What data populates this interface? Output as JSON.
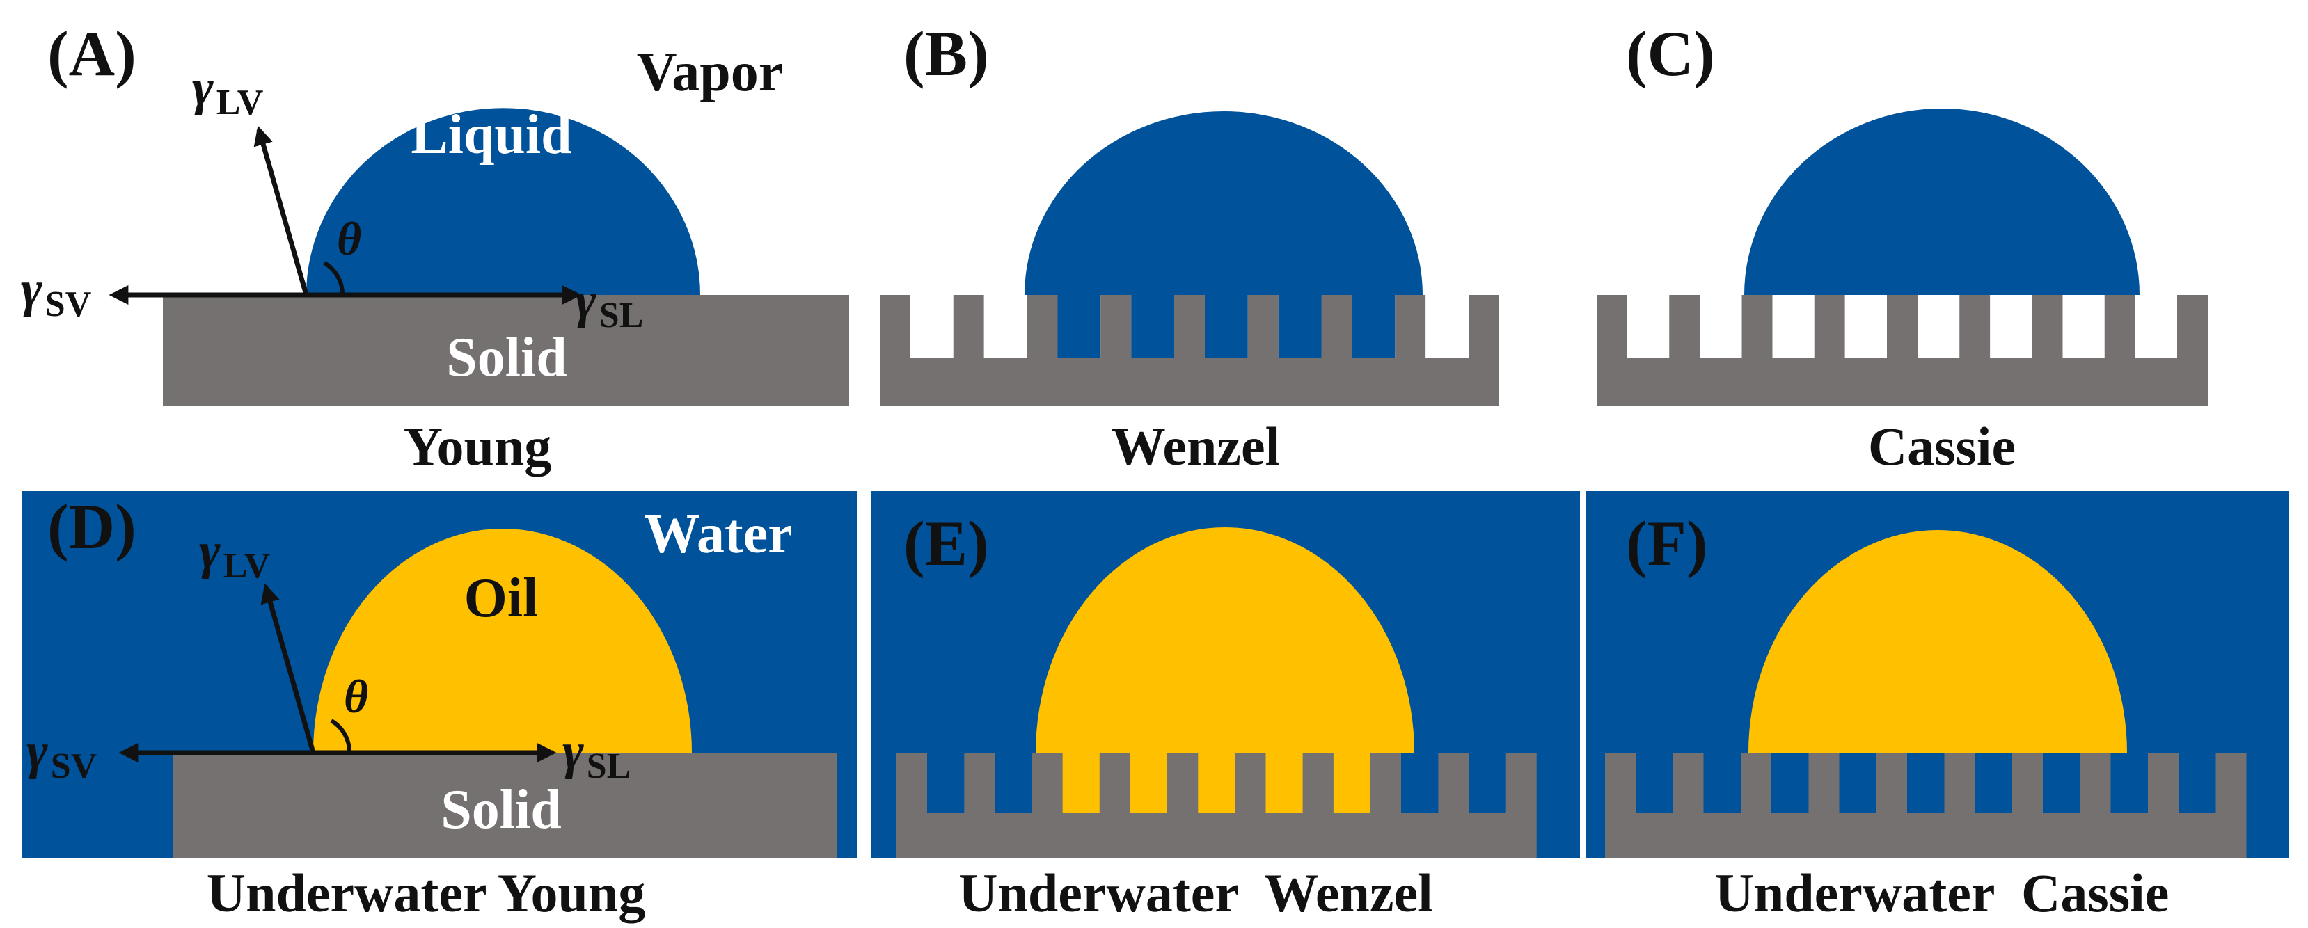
{
  "colors": {
    "blue": "#00529b",
    "oil": "#ffc000",
    "solid": "#767171",
    "background": "#ffffff",
    "ink": "#111111",
    "white": "#ffffff"
  },
  "panels": [
    {
      "letter": "(A)",
      "caption": "Young",
      "droplet": "Liquid",
      "medium": "Vapor",
      "solid": "Solid",
      "gamma_lv": "LV",
      "gamma_sv": "SV",
      "gamma_sl": "SL",
      "theta": "θ"
    },
    {
      "letter": "(B)",
      "caption": "Wenzel"
    },
    {
      "letter": "(C)",
      "caption": "Cassie"
    },
    {
      "letter": "(D)",
      "caption": "Underwater Young",
      "droplet": "Oil",
      "medium": "Water",
      "solid": "Solid",
      "gamma_lv": "LV",
      "gamma_sv": "SV",
      "gamma_sl": "SL",
      "theta": "θ"
    },
    {
      "letter": "(E)",
      "caption": "Underwater  Wenzel"
    },
    {
      "letter": "(F)",
      "caption": "Underwater  Cassie"
    }
  ],
  "gamma_symbol": "γ"
}
